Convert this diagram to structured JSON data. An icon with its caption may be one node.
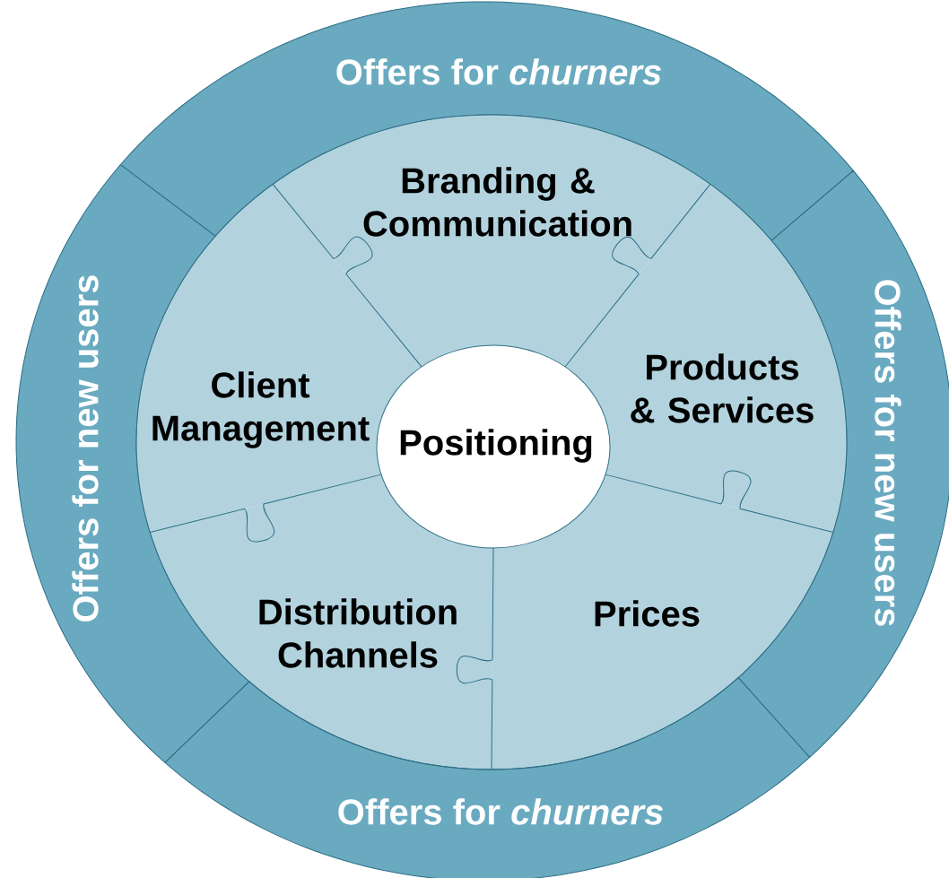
{
  "diagram": {
    "nodes": [
      {
        "text": [
          "Offers for *churners*"
        ]
      },
      {
        "text": [
          "Offers for new users"
        ]
      },
      {
        "text": [
          "Offers for new users"
        ]
      },
      {
        "text": [
          "Branding & Communication"
        ]
      },
      {
        "text": [
          "Client Management"
        ]
      },
      {
        "text": [
          "Products & Services"
        ]
      },
      {
        "text": [
          "Positioning"
        ]
      },
      {
        "text": [
          "Distribution Channels"
        ]
      },
      {
        "text": [
          "Prices"
        ]
      },
      {
        "text": [
          "Offers for *churners*"
        ]
      }
    ]
  }
}
